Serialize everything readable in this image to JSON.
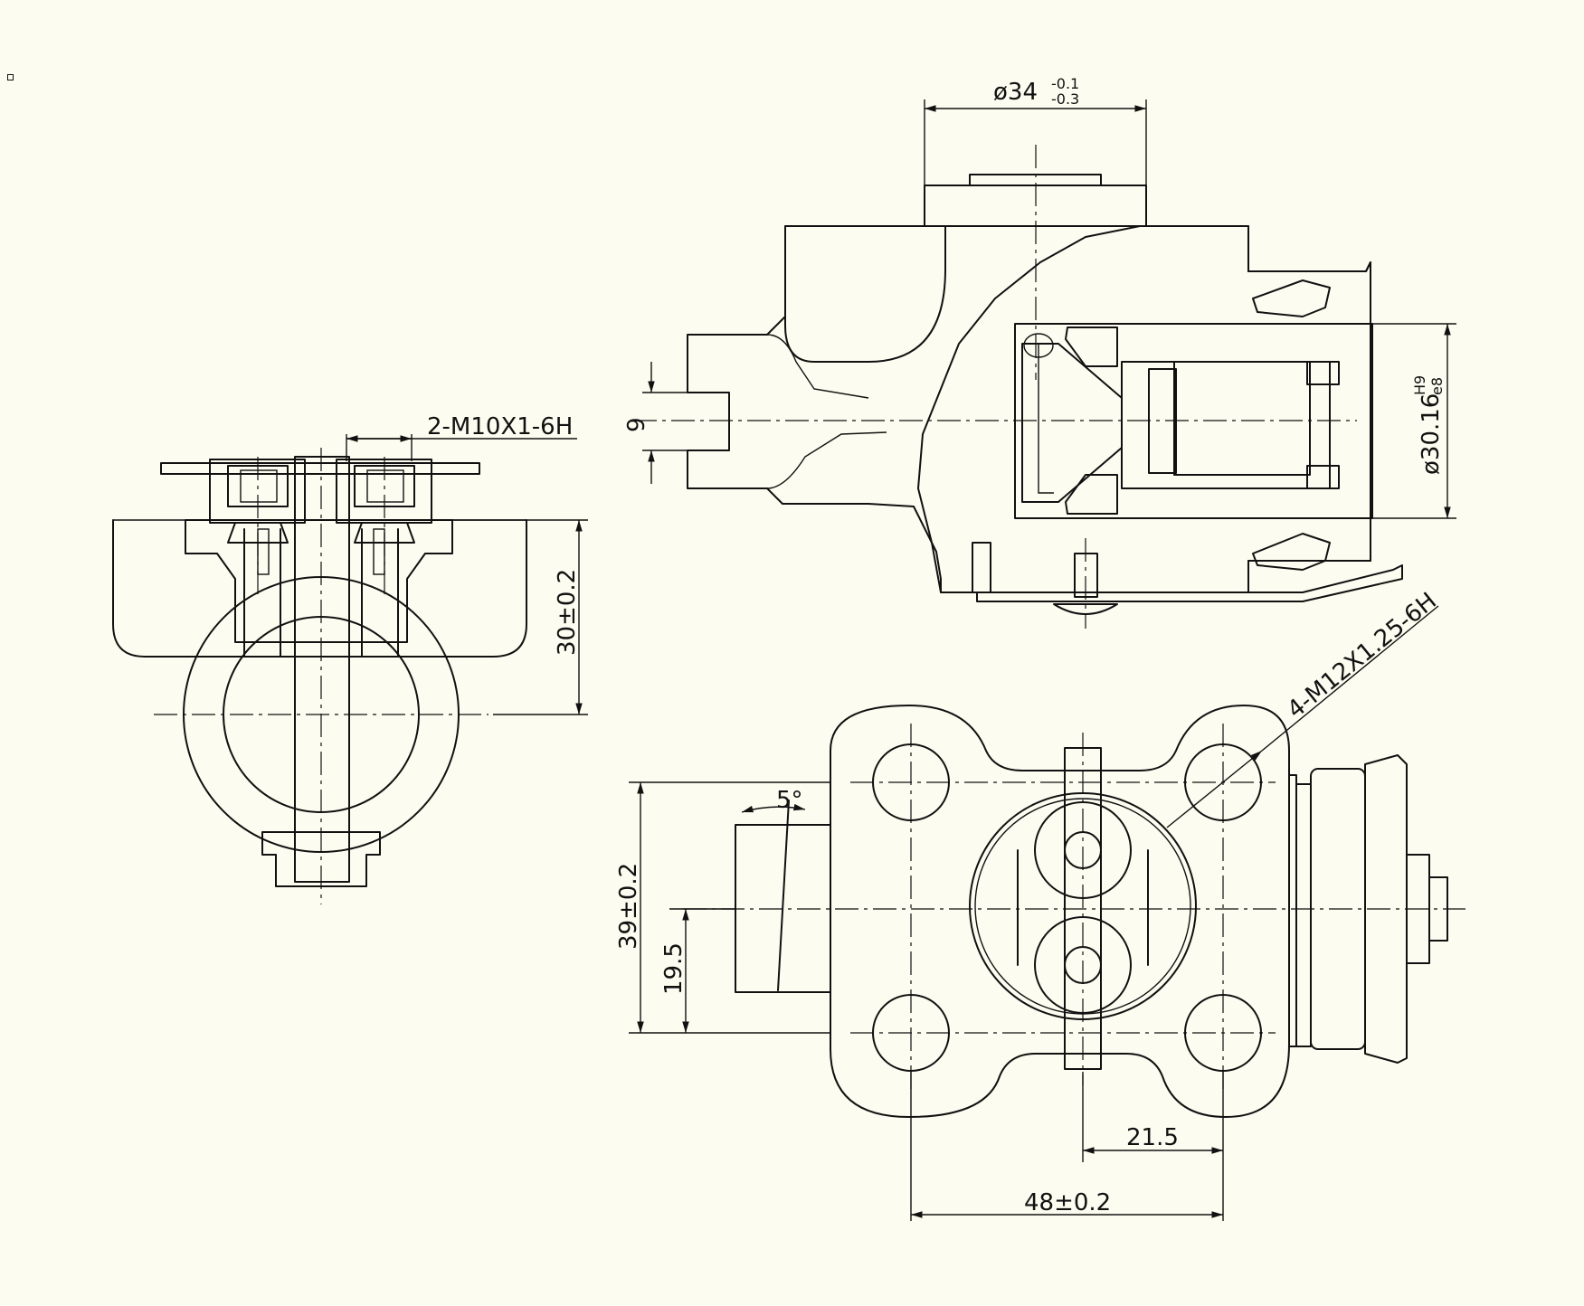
{
  "dimensions": {
    "diameter_34": "ø34",
    "diameter_34_tol_upper": "-0.1",
    "diameter_34_tol_lower": "-0.3",
    "thread_2": "2-M10X1-6H",
    "height_30": "30±0.2",
    "width_9": "9",
    "diameter_30": "ø30.16",
    "diameter_30_fit_upper": "H9",
    "diameter_30_fit_lower": "e8",
    "thread_4": "4-M12X1.25-6H",
    "angle_5": "5°",
    "height_39": "39±0.2",
    "height_19_5": "19.5",
    "width_21_5": "21.5",
    "width_48": "48±0.2"
  },
  "colors": {
    "background": "#fdfcf0",
    "line": "#111111"
  },
  "icons": {
    "corner_marker": "small-square-icon"
  }
}
